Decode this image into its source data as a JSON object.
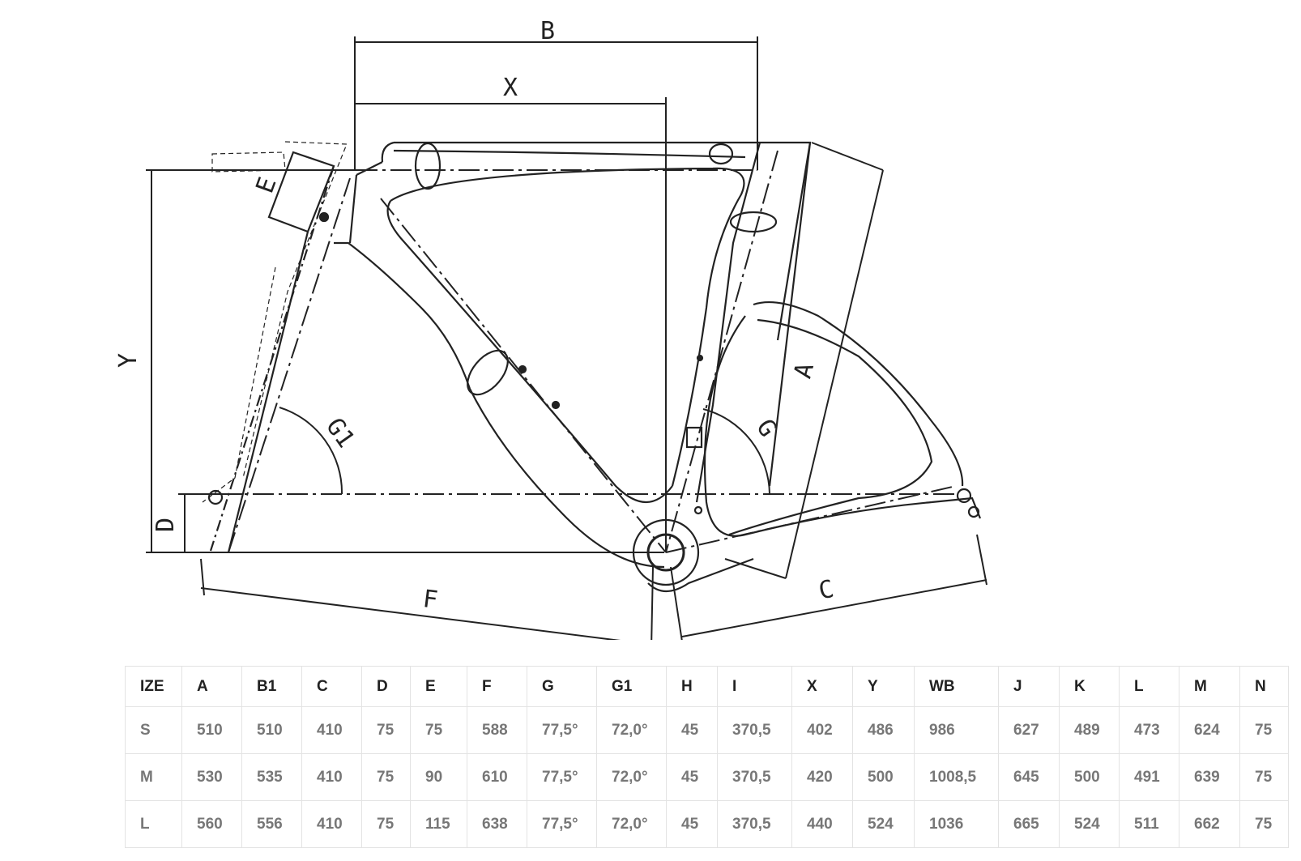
{
  "diagram": {
    "dimension_labels": {
      "B": "B",
      "X": "X",
      "Y": "Y",
      "E": "E",
      "D": "D",
      "F": "F",
      "C": "C",
      "A": "A",
      "G": "G",
      "G1": "G1"
    }
  },
  "table": {
    "headers": [
      "IZE",
      "A",
      "B1",
      "C",
      "D",
      "E",
      "F",
      "G",
      "G1",
      "H",
      "I",
      "X",
      "Y",
      "WB",
      "J",
      "K",
      "L",
      "M",
      "N"
    ],
    "rows": [
      [
        "S",
        "510",
        "510",
        "410",
        "75",
        "75",
        "588",
        "77,5°",
        "72,0°",
        "45",
        "370,5",
        "402",
        "486",
        "986",
        "627",
        "489",
        "473",
        "624",
        "75"
      ],
      [
        "M",
        "530",
        "535",
        "410",
        "75",
        "90",
        "610",
        "77,5°",
        "72,0°",
        "45",
        "370,5",
        "420",
        "500",
        "1008,5",
        "645",
        "500",
        "491",
        "639",
        "75"
      ],
      [
        "L",
        "560",
        "556",
        "410",
        "75",
        "115",
        "638",
        "77,5°",
        "72,0°",
        "45",
        "370,5",
        "440",
        "524",
        "1036",
        "665",
        "524",
        "511",
        "662",
        "75"
      ]
    ]
  }
}
